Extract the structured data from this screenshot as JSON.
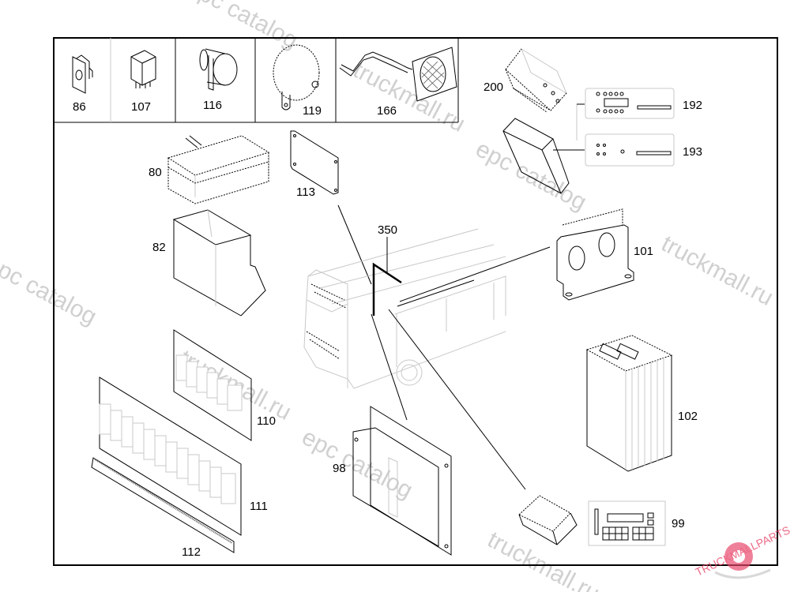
{
  "watermark": {
    "text_ru": "truckmall.ru",
    "text_epc": "epc catalog",
    "logo_text": "TRUCKMALLPARTS",
    "logo_color": "#e8456a"
  },
  "legend_cells": [
    {
      "part": "86",
      "label": "86",
      "icon": "clip-bracket-icon"
    },
    {
      "part": "107",
      "label": "107",
      "icon": "relay-icon"
    },
    {
      "part": "116",
      "label": "116",
      "icon": "buzzer-icon"
    },
    {
      "part": "119",
      "label": "119",
      "icon": "horn-icon"
    },
    {
      "part": "166",
      "label": "166",
      "icon": "loudspeaker-icon"
    }
  ],
  "parts": {
    "p80": "80",
    "p82": "82",
    "p113": "113",
    "p350": "350",
    "p200": "200",
    "p192": "192",
    "p193": "193",
    "p101": "101",
    "p102": "102",
    "p110": "110",
    "p111": "111",
    "p112": "112",
    "p98": "98",
    "p99": "99"
  },
  "colors": {
    "frame": "#000000",
    "ghost_line": "#c8c8c8",
    "watermark": "#d0d0d0"
  }
}
